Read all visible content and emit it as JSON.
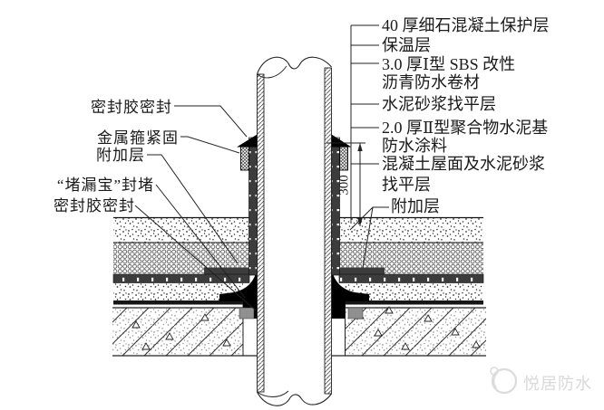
{
  "labels_right": {
    "items": [
      "40 厚细石混凝土保护层",
      "保温层",
      "3.0 厚Ⅰ型 SBS 改性",
      "沥青防水卷材",
      "水泥砂浆找平层",
      "2.0 厚Ⅱ型聚合物水泥基",
      "防水涂料",
      "混凝土屋面及水泥砂浆",
      "找平层",
      "附加层"
    ]
  },
  "labels_left": {
    "items": [
      "密封胶密封",
      "金属箍紧固",
      "附加层",
      "“堵漏宝”封堵",
      "密封胶密封"
    ]
  },
  "dimension": {
    "value": "300"
  },
  "watermark": {
    "text": "悦居防水"
  },
  "colors": {
    "line": "#1a1a1a",
    "membrane": "#3c3c3c",
    "sealant": "#000000",
    "grout": "#909090",
    "watermark": "#d9d9d9"
  }
}
